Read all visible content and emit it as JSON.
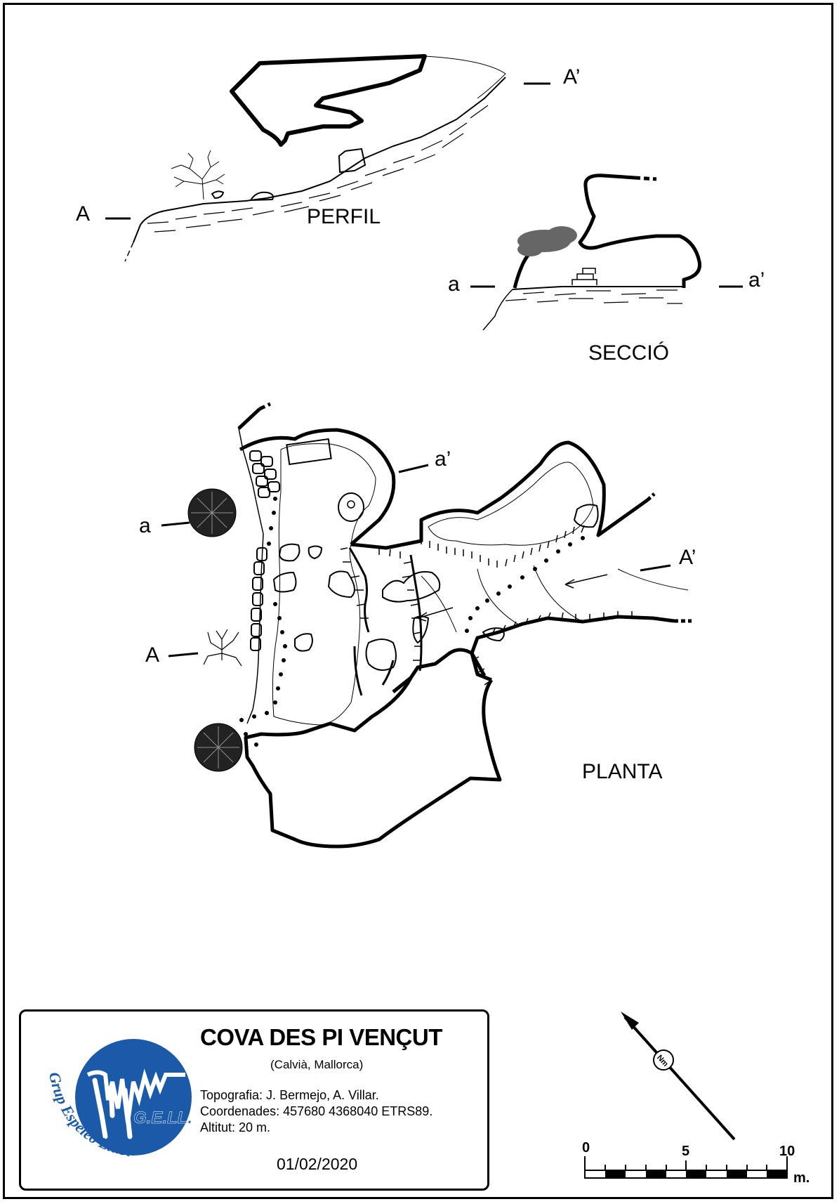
{
  "sections": {
    "profile": "PERFIL",
    "cross_section": "SECCIÓ",
    "plan": "PLANTA"
  },
  "markers": {
    "A": "A",
    "A_prime": "A’",
    "a": "a",
    "a_prime": "a’"
  },
  "title_block": {
    "title": "COVA DES PI VENÇUT",
    "subtitle": "(Calvià, Mallorca)",
    "topography": "Topografia: J. Bermejo, A. Villar.",
    "coordinates": "Coordenades: 457680 4368040 ETRS89.",
    "altitude": "Altitut: 20 m.",
    "date": "01/02/2020"
  },
  "logo": {
    "acronym": "G.E.LL.",
    "name": "Grup Espeleo Llubí",
    "color": "#1a5aa8"
  },
  "north_arrow": {
    "label": "Nm"
  },
  "scale_bar": {
    "tick_0": "0",
    "tick_5": "5",
    "tick_10": "10",
    "unit": "m."
  }
}
